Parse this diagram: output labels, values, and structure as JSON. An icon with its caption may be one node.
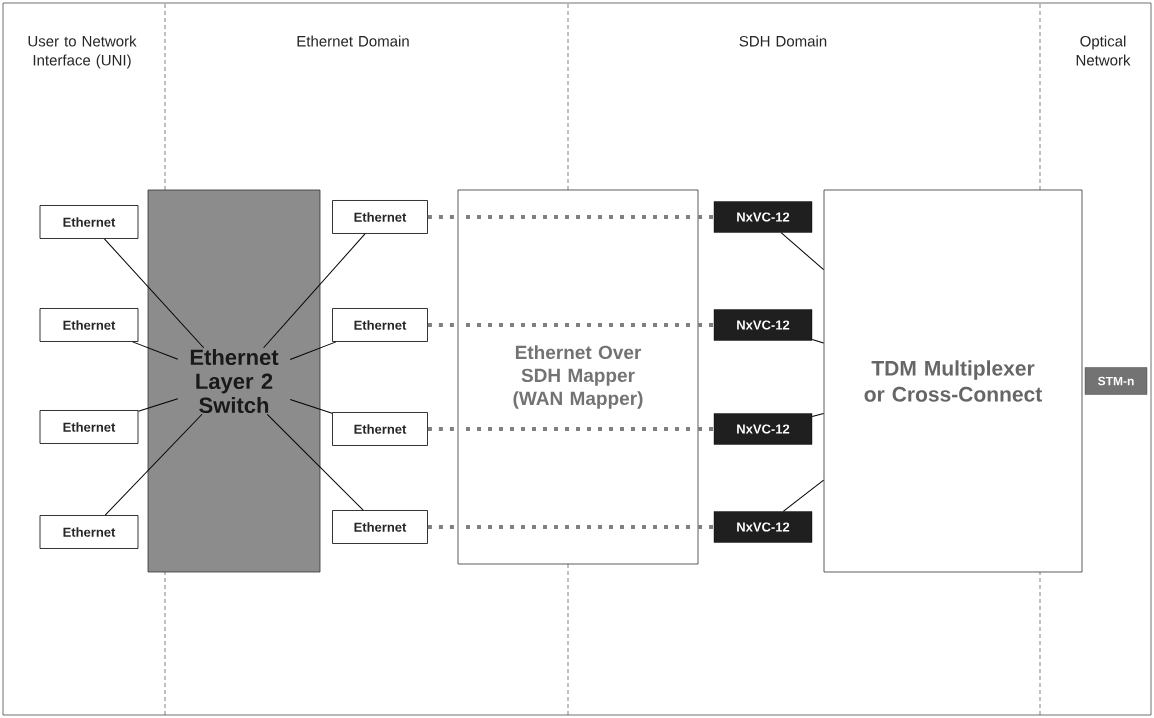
{
  "diagram": {
    "nodes": [
      {
        "text": [
          "Ethernet"
        ]
      },
      {
        "text": [
          "Ethernet"
        ]
      },
      {
        "text": [
          "Ethernet"
        ]
      },
      {
        "text": [
          "Ethernet"
        ]
      },
      {
        "text": [
          "Ethernet Layer 2 Switch"
        ]
      },
      {
        "text": [
          "Ethernet"
        ]
      },
      {
        "text": [
          "Ethernet"
        ]
      },
      {
        "text": [
          "Ethernet"
        ]
      },
      {
        "text": [
          "Ethernet"
        ]
      },
      {
        "text": [
          "Ethernet Over SDH Mapper (WAN Mapper)"
        ]
      },
      {
        "text": [
          "NxVC-12"
        ]
      },
      {
        "text": [
          "NxVC-12"
        ]
      },
      {
        "text": [
          "NxVC-12"
        ]
      },
      {
        "text": [
          "NxVC-12"
        ]
      },
      {
        "text": [
          "TDM Multiplexer or Cross-Connect"
        ]
      },
      {
        "text": [
          "STM-n"
        ]
      }
    ],
    "edges": [
      {
        "from": 0,
        "to": 4,
        "arrow": "none"
      },
      {
        "from": 1,
        "to": 4,
        "arrow": "none"
      },
      {
        "from": 2,
        "to": 4,
        "arrow": "none"
      },
      {
        "from": 3,
        "to": 4,
        "arrow": "none"
      },
      {
        "from": 4,
        "to": 5,
        "arrow": "none"
      },
      {
        "from": 4,
        "to": 6,
        "arrow": "none"
      },
      {
        "from": 4,
        "to": 7,
        "arrow": "none"
      },
      {
        "from": 4,
        "to": 8,
        "arrow": "none"
      },
      {
        "from": 5,
        "to": 9,
        "arrow": "none",
        "style": "dashed",
        "color": "#808080"
      },
      {
        "from": 6,
        "to": 9,
        "arrow": "none",
        "style": "dashed",
        "color": "#808080"
      },
      {
        "from": 7,
        "to": 9,
        "arrow": "none",
        "style": "dashed",
        "color": "#808080"
      },
      {
        "from": 8,
        "to": 9,
        "arrow": "none",
        "style": "dashed",
        "color": "#808080"
      },
      {
        "from": 9,
        "to": 10,
        "arrow": "none",
        "style": "dashed",
        "color": "#808080"
      },
      {
        "from": 9,
        "to": 11,
        "arrow": "none",
        "style": "dashed",
        "color": "#808080"
      },
      {
        "from": 9,
        "to": 12,
        "arrow": "none",
        "style": "dashed",
        "color": "#808080"
      },
      {
        "from": 9,
        "to": 13,
        "arrow": "none",
        "style": "dashed",
        "color": "#808080"
      },
      {
        "from": 10,
        "to": 14,
        "arrow": "none"
      },
      {
        "from": 11,
        "to": 14,
        "arrow": "none"
      },
      {
        "from": 12,
        "to": 14,
        "arrow": "none"
      },
      {
        "from": 13,
        "to": 14,
        "arrow": "none"
      }
    ],
    "labels": [
      "User to Network Interface (UNI)",
      "Ethernet Domain",
      "SDH Domain",
      "Optical Network"
    ]
  }
}
